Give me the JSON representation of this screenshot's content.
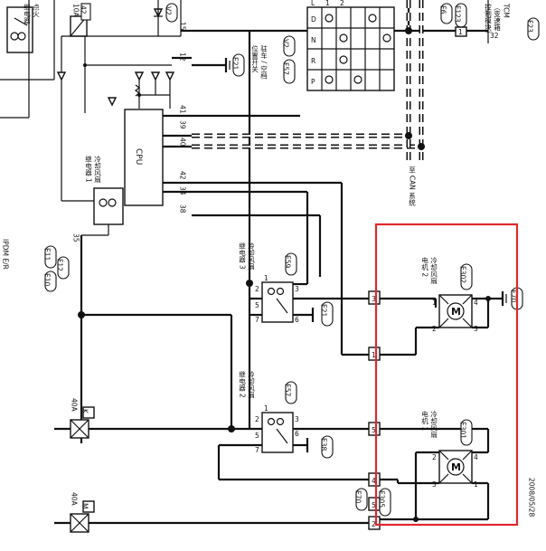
{
  "top_left": {
    "ignition_label": "点火\n继电器",
    "fuse_10a": "10A",
    "fuse_42": "42",
    "v2_tag": "V2",
    "pin_15": "15",
    "pin_12": "12",
    "pin_41": "41",
    "pin_39": "39",
    "pin_40": "40",
    "pin_42": "42",
    "pin_34": "34",
    "pin_38": "38",
    "pin_35": "35",
    "cpu_label": "CPU",
    "relay1_label": "冷却风扇\n继电器 1",
    "e21_top": "E21"
  },
  "ipdm": {
    "title": "IPDM E/R\n（发动机室\n智能电源\n分配模块）",
    "e10": "E10",
    "e11": "E11",
    "f12": "F12"
  },
  "park_switch": {
    "label": "驻车 / 空档\n位置开关",
    "v2": "V2",
    "f57": "F57",
    "rows": [
      "D",
      "N",
      "R",
      "P"
    ],
    "cols": [
      "1",
      "2"
    ],
    "letters_top": [
      "L"
    ]
  },
  "tcm": {
    "label": "TCM\n（变速箱\n控制模块）",
    "e6": "E6",
    "f123": "F123",
    "f23": "F23",
    "pin_1": "1",
    "pin_32": "32",
    "can_label": "至 CAN 系统"
  },
  "relay3": {
    "label": "冷却风扇\n继电器 3",
    "conn": "E59",
    "pins": [
      "1",
      "2",
      "3",
      "5",
      "6",
      "7"
    ],
    "e21": "E21"
  },
  "relay2": {
    "label": "冷却风扇\n继电器 2",
    "conn": "E57",
    "pins": [
      "1",
      "2",
      "3",
      "5",
      "6",
      "7"
    ],
    "e38": "E38"
  },
  "motor2": {
    "label": "冷却风扇\n电机 2",
    "conn": "E302",
    "pins": [
      "1",
      "2",
      "3",
      "4"
    ],
    "ground_tag": "E70"
  },
  "motor1": {
    "label": "冷却风扇\n电机 1",
    "conn": "E301",
    "pins": [
      "1",
      "2",
      "3",
      "4"
    ]
  },
  "fuses": [
    {
      "amp": "40A",
      "id": "K"
    },
    {
      "amp": "40A",
      "id": "M"
    }
  ],
  "joint_pins": [
    "3",
    "1",
    "5",
    "4",
    "5",
    "2"
  ],
  "bottom_conn": {
    "e70": "E70",
    "e305": "E305"
  },
  "date": "2008/05/28",
  "highlight_color": "#e0282e"
}
